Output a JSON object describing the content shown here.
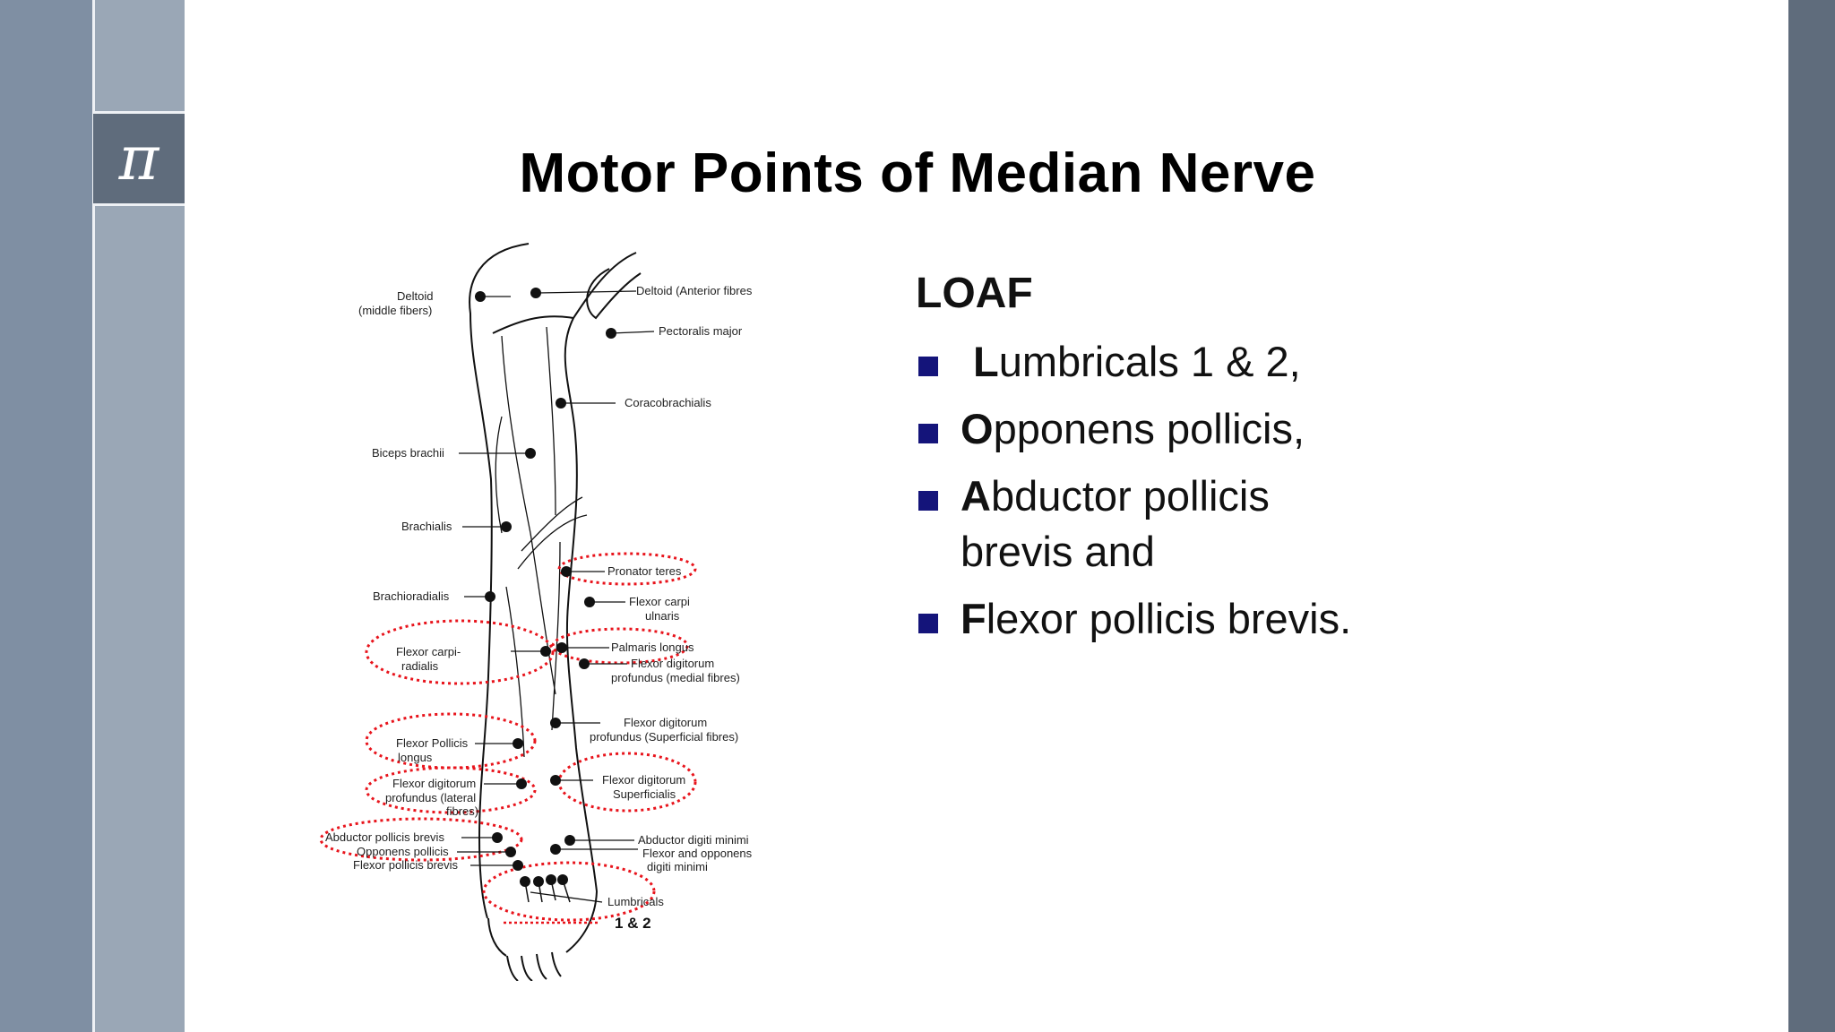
{
  "slide": {
    "icon": "pi-icon",
    "logo_glyph": "π",
    "title": "Motor Points of Median Nerve"
  },
  "colors": {
    "left_band": "#7f8fa3",
    "left_band_inner": "#9aa7b6",
    "pi_box": "#5f6c7c",
    "right_band": "#5f6c7c",
    "bullet": "#14147a",
    "highlight_ellipse": "#e8141c"
  },
  "content": {
    "heading": "LOAF",
    "items": [
      {
        "lead": "L",
        "rest": "umbricals 1 & 2,"
      },
      {
        "lead": "O",
        "rest": "pponens pollicis,"
      },
      {
        "lead": "A",
        "rest": "bductor pollicis brevis and"
      },
      {
        "lead": "F",
        "rest": "lexor pollicis brevis."
      }
    ]
  },
  "diagram": {
    "labels": {
      "deltoid_middle_1": "Deltoid",
      "deltoid_middle_2": "(middle fibers)",
      "deltoid_anterior": "Deltoid (Anterior fibres",
      "pectoralis_major": "Pectoralis major",
      "coracobrachialis": "Coracobrachialis",
      "biceps_brachii": "Biceps brachii",
      "brachialis": "Brachialis",
      "pronator_teres": "Pronator teres",
      "brachioradialis": "Brachioradialis",
      "fcu_1": "Flexor carpi",
      "fcu_2": "ulnaris",
      "fcr_1": "Flexor carpi-",
      "fcr_2": "radialis",
      "palmaris_longus": "Palmaris longus",
      "fdp_medial_1": "Flexor digitorum",
      "fdp_medial_2": "profundus (medial fibres)",
      "fdp_sup_1": "Flexor digitorum",
      "fdp_sup_2": "profundus (Superficial fibres)",
      "fpl_1": "Flexor Pollicis",
      "fpl_2": "longus",
      "fdp_lat_1": "Flexor digitorum",
      "fdp_lat_2": "profundus (lateral",
      "fdp_lat_3": "fibres)",
      "fds_1": "Flexor digitorum",
      "fds_2": "Superficialis",
      "apb": "Abductor pollicis brevis",
      "op": "Opponens pollicis",
      "fpb": "Flexor pollicis brevis",
      "adm": "Abductor digiti minimi",
      "fodm_1": "Flexor and opponens",
      "fodm_2": "digiti minimi",
      "lumbricals": "Lumbricals",
      "one_two": "1 & 2"
    }
  }
}
